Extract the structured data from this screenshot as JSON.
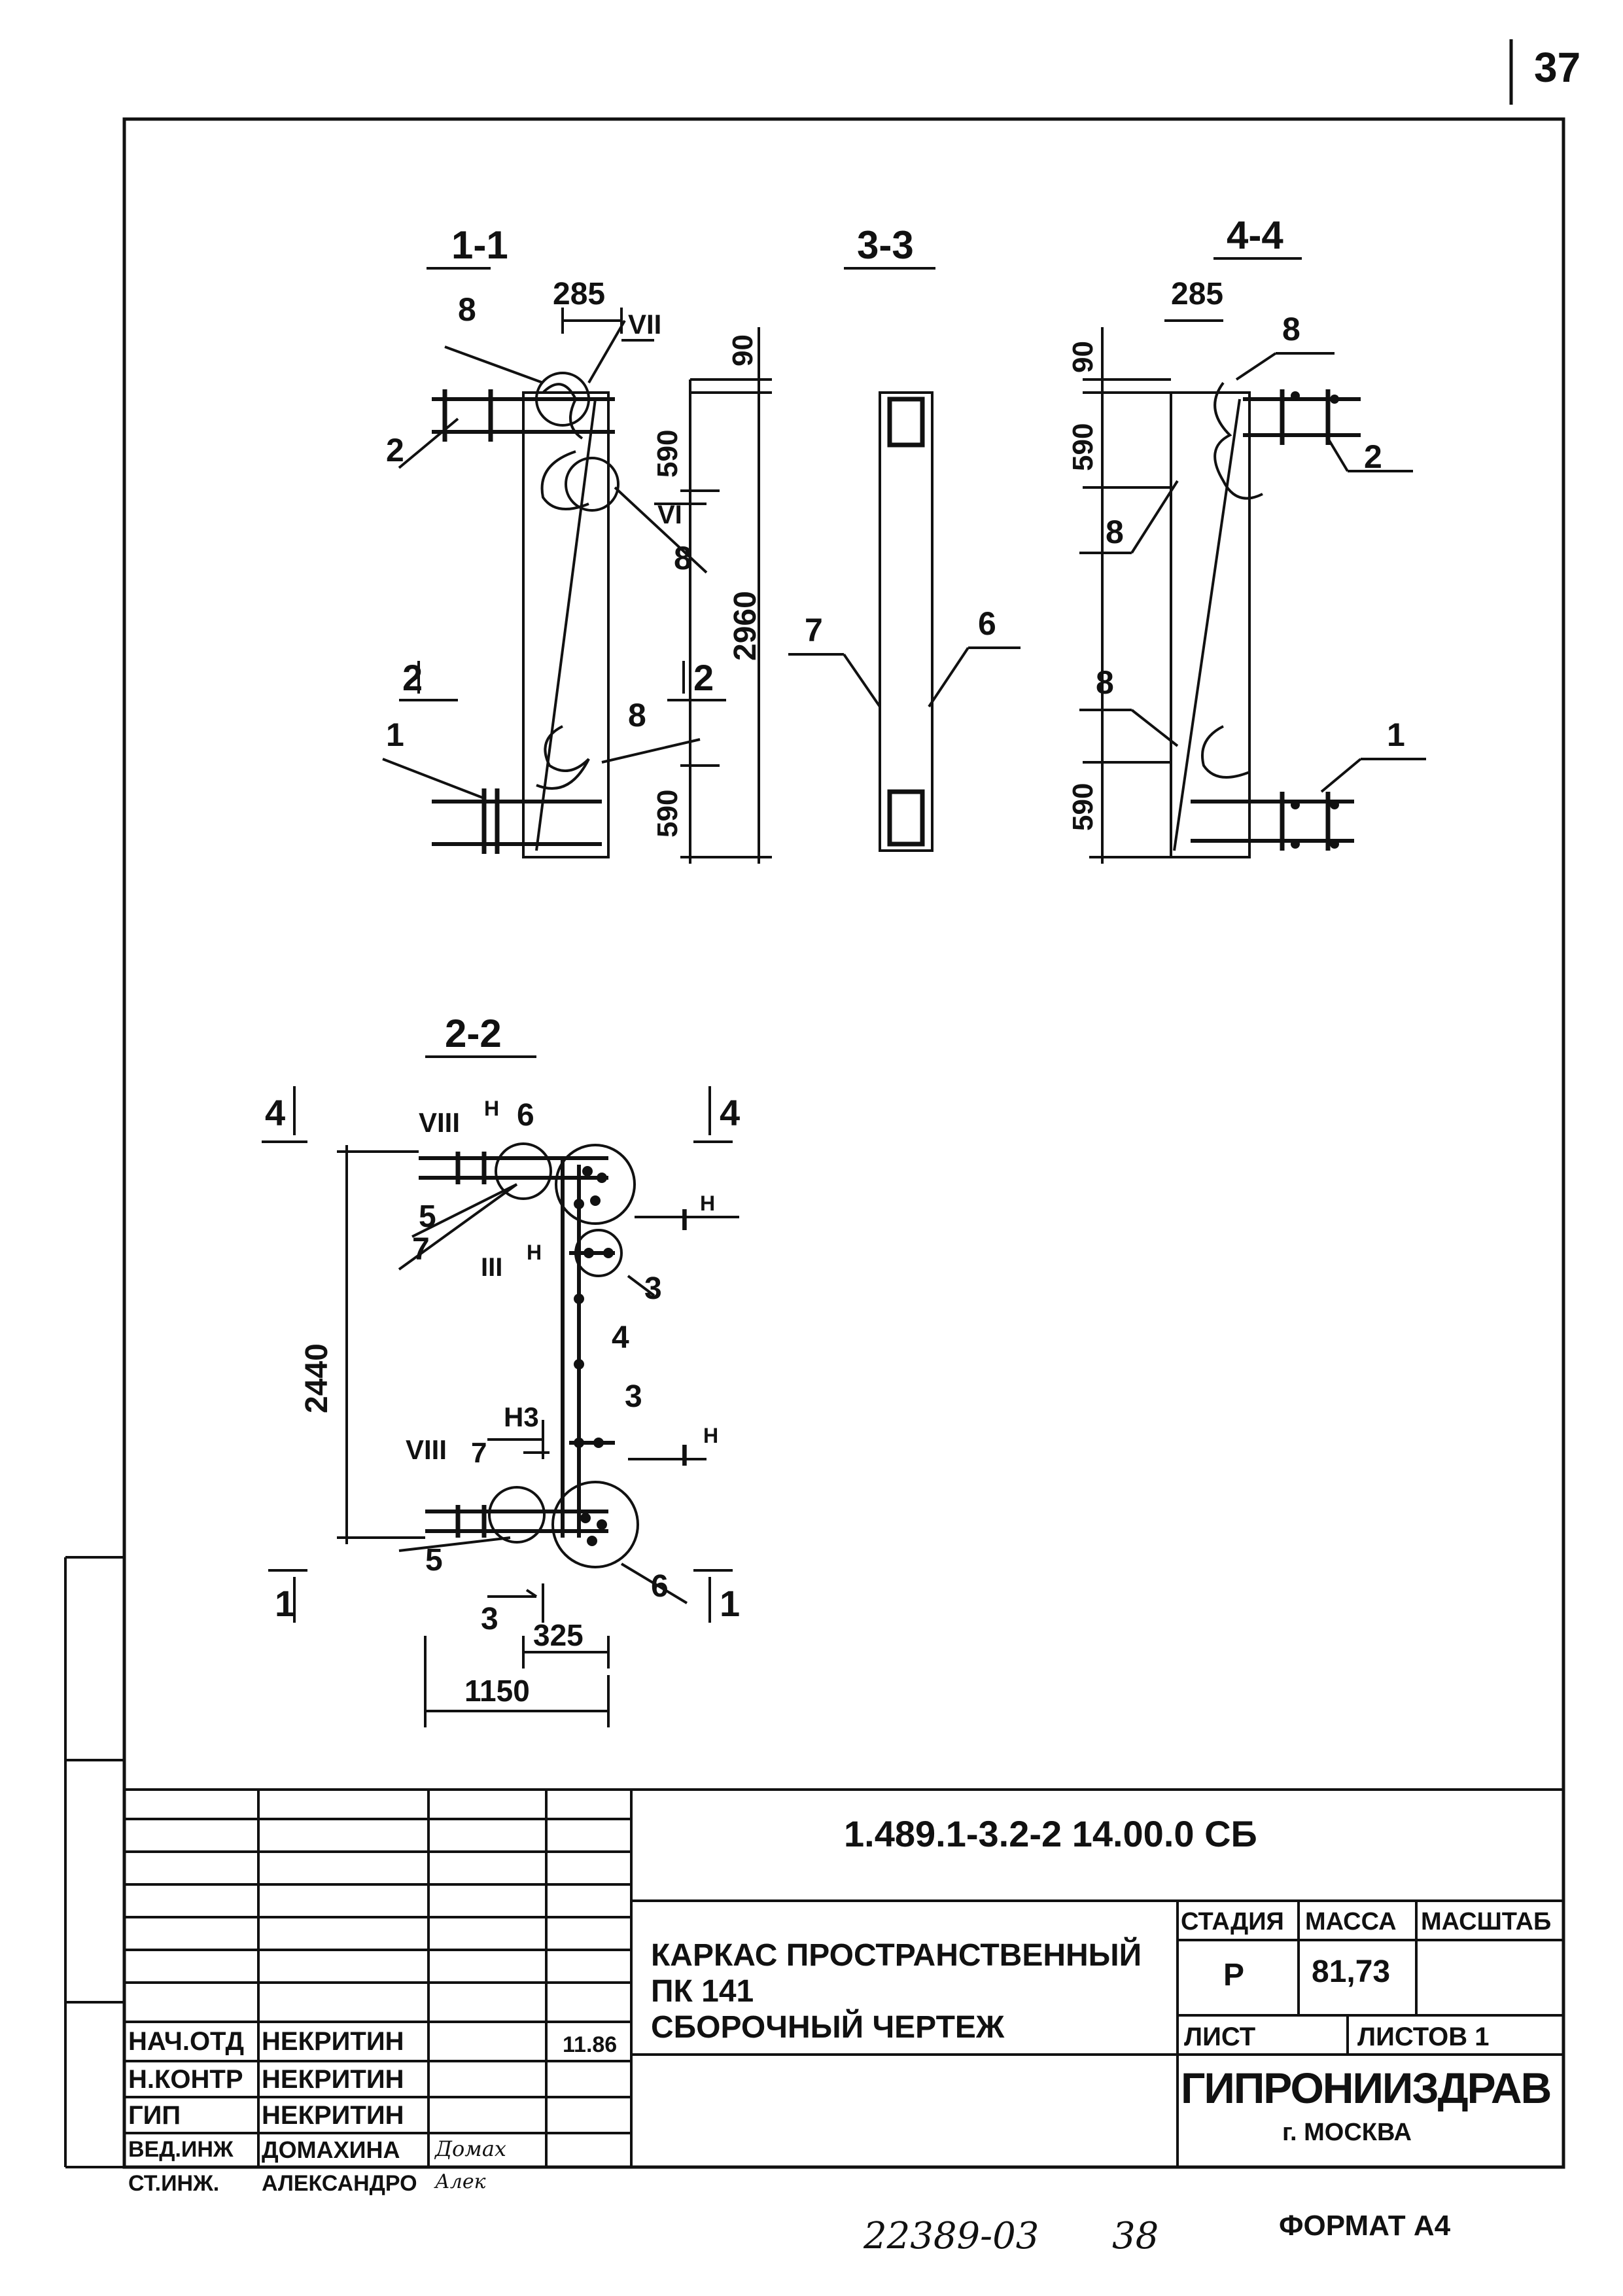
{
  "page_number": "37",
  "sections": {
    "s11": "1-1",
    "s33": "3-3",
    "s44": "4-4",
    "s22": "2-2"
  },
  "section_1_1": {
    "dim_top": "285",
    "dim_90": "90",
    "dim_590_top": "590",
    "dim_2960": "2960",
    "dim_590_bottom": "590",
    "roman_vii": "VII",
    "roman_vi": "VI",
    "pos_8a": "8",
    "pos_8b": "8",
    "pos_8c": "8",
    "pos_2": "2",
    "pos_1": "1",
    "arrow_left": "2",
    "arrow_right": "2"
  },
  "section_3_3": {
    "pos_7": "7",
    "pos_6": "6"
  },
  "section_4_4": {
    "dim_top": "285",
    "dim_90": "90",
    "dim_590_top": "590",
    "dim_590_bottom": "590",
    "pos_8a": "8",
    "pos_8b": "8",
    "pos_8c": "8",
    "pos_2": "2",
    "pos_1": "1"
  },
  "section_2_2": {
    "arrow_4_left": "4",
    "arrow_4_right": "4",
    "roman_viii_top": "VIII",
    "sup_h_viii": "H",
    "pos_6_top": "6",
    "roman_i_top": "I",
    "sup_h_i_top": "H",
    "pos_5_top": "5",
    "pos_7_top": "7",
    "roman_iii": "III",
    "sup_h_iii": "H",
    "pos_3_top": "3",
    "pos_4": "4",
    "dim_2440": "2440",
    "h3_label": "H3",
    "pos_3_mid": "3",
    "roman_viii_bottom": "VIII",
    "pos_7_bottom": "7",
    "roman_i_bottom": "I",
    "sup_h_i_bottom": "H",
    "pos_5_bottom": "5",
    "pos_6_bottom": "6",
    "arrow_1_left": "1",
    "arrow_1_right": "1",
    "arrow_3": "3",
    "dim_325": "325",
    "dim_1150": "1150"
  },
  "title_block": {
    "designation": "1.489.1-3.2-2 14.00.0 СБ",
    "title_line1": "КАРКАС ПРОСТРАНСТВЕННЫЙ",
    "title_line2": "ПК 141",
    "title_line3": "СБОРОЧНЫЙ ЧЕРТЕЖ",
    "stage_header": "СТАДИЯ",
    "mass_header": "МАССА",
    "scale_header": "МАСШТАБ",
    "stage_value": "Р",
    "mass_value": "81,73",
    "scale_value": "",
    "sheet_label": "ЛИСТ",
    "sheets_label": "ЛИСТОВ 1",
    "org_name": "ГИПРОНИИЗДРАВ",
    "org_city": "г. МОСКВА",
    "date": "11.86",
    "signatures": [
      {
        "role": "НАЧ.ОТД",
        "name": "НЕКРИТИН",
        "signature": ""
      },
      {
        "role": "Н.КОНТР",
        "name": "НЕКРИТИН",
        "signature": ""
      },
      {
        "role": "ГИП",
        "name": "НЕКРИТИН",
        "signature": ""
      },
      {
        "role": "ВЕД.ИНЖ",
        "name": "ДОМАХИНА",
        "signature": "Домах"
      },
      {
        "role": "СТ.ИНЖ.",
        "name": "АЛЕКСАНДРО",
        "signature": "Алек"
      }
    ]
  },
  "footer": {
    "order_number": "22389-03",
    "page_ref": "38",
    "format": "ФОРМАТ А4"
  }
}
